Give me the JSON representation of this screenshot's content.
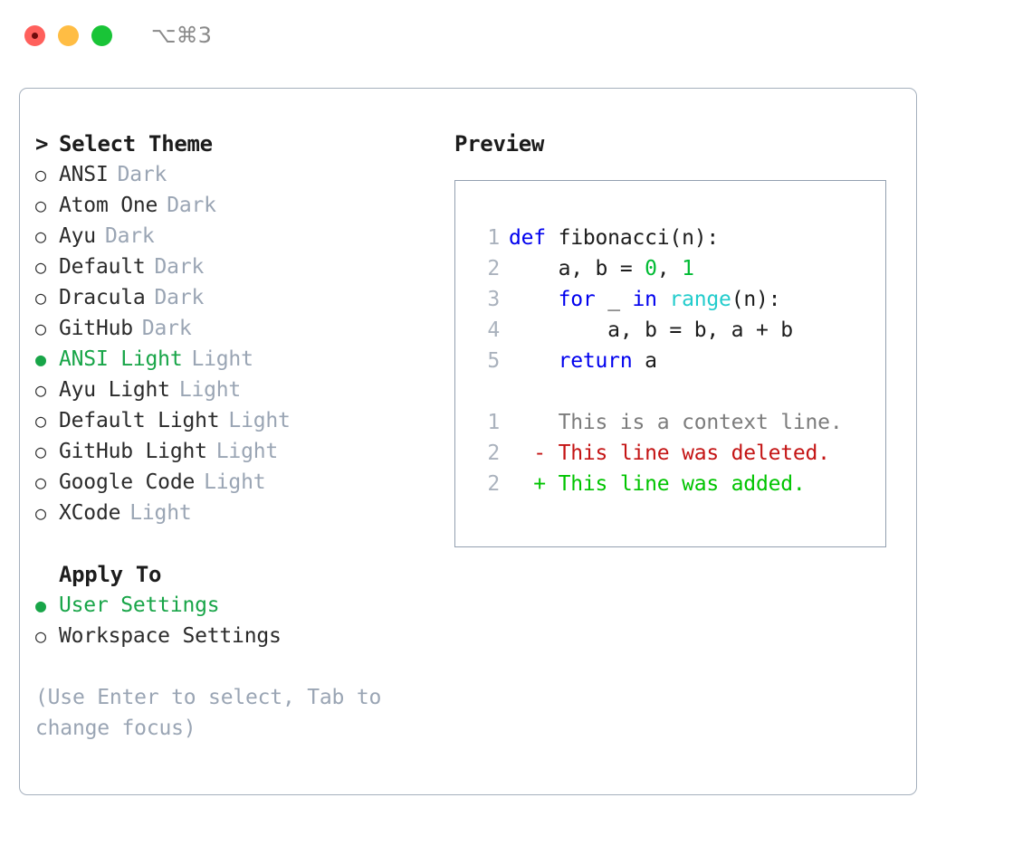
{
  "window": {
    "shortcut": "⌥⌘3",
    "traffic_lights": [
      {
        "name": "close",
        "color": "#ff605c"
      },
      {
        "name": "minimize",
        "color": "#ffbd44"
      },
      {
        "name": "zoom",
        "color": "#19c437"
      }
    ]
  },
  "colors": {
    "accent_green": "#18a548",
    "muted": "#9aa5b4",
    "text": "#2b2b2b",
    "panel_border": "#a5b0bd",
    "preview_border": "#93a0b0",
    "keyword": "#0000ee",
    "function": "#22cccc",
    "number": "#00bb33",
    "diff_delete": "#c41414",
    "diff_add": "#00c400",
    "diff_context": "#7c7c7c",
    "lineno": "#aab2bd"
  },
  "theme_list": {
    "caret": ">",
    "heading": "Select Theme",
    "bullet_selected": "●",
    "bullet_unselected": "○",
    "items": [
      {
        "name": "ANSI",
        "kind": "Dark",
        "selected": false
      },
      {
        "name": "Atom One",
        "kind": "Dark",
        "selected": false
      },
      {
        "name": "Ayu",
        "kind": "Dark",
        "selected": false
      },
      {
        "name": "Default",
        "kind": "Dark",
        "selected": false
      },
      {
        "name": "Dracula",
        "kind": "Dark",
        "selected": false
      },
      {
        "name": "GitHub",
        "kind": "Dark",
        "selected": false
      },
      {
        "name": "ANSI Light",
        "kind": "Light",
        "selected": true
      },
      {
        "name": "Ayu Light",
        "kind": "Light",
        "selected": false
      },
      {
        "name": "Default Light",
        "kind": "Light",
        "selected": false
      },
      {
        "name": "GitHub Light",
        "kind": "Light",
        "selected": false
      },
      {
        "name": "Google Code",
        "kind": "Light",
        "selected": false
      },
      {
        "name": "XCode",
        "kind": "Light",
        "selected": false
      }
    ]
  },
  "apply_to": {
    "heading": "Apply To",
    "items": [
      {
        "name": "User Settings",
        "selected": true
      },
      {
        "name": "Workspace Settings",
        "selected": false
      }
    ]
  },
  "hint": "(Use Enter to select, Tab to change focus)",
  "preview": {
    "heading": "Preview",
    "code_lines": [
      {
        "no": "1",
        "tokens": [
          {
            "t": "def ",
            "c": "kw"
          },
          {
            "t": "fibonacci(n):",
            "c": "txt"
          }
        ]
      },
      {
        "no": "2",
        "tokens": [
          {
            "t": "    a, b = ",
            "c": "txt"
          },
          {
            "t": "0",
            "c": "num"
          },
          {
            "t": ", ",
            "c": "txt"
          },
          {
            "t": "1",
            "c": "num"
          }
        ]
      },
      {
        "no": "3",
        "tokens": [
          {
            "t": "    ",
            "c": "txt"
          },
          {
            "t": "for",
            "c": "kw"
          },
          {
            "t": " _ ",
            "c": "txt"
          },
          {
            "t": "in",
            "c": "kw"
          },
          {
            "t": " ",
            "c": "txt"
          },
          {
            "t": "range",
            "c": "fn"
          },
          {
            "t": "(n):",
            "c": "txt"
          }
        ]
      },
      {
        "no": "4",
        "tokens": [
          {
            "t": "        a, b = b, a + b",
            "c": "txt"
          }
        ]
      },
      {
        "no": "5",
        "tokens": [
          {
            "t": "    ",
            "c": "txt"
          },
          {
            "t": "return",
            "c": "kw"
          },
          {
            "t": " a",
            "c": "txt"
          }
        ]
      }
    ],
    "diff_lines": [
      {
        "no": "1",
        "marker": " ",
        "text": "This is a context line.",
        "kind": "ctx"
      },
      {
        "no": "2",
        "marker": "-",
        "text": "This line was deleted.",
        "kind": "del"
      },
      {
        "no": "2",
        "marker": "+",
        "text": "This line was added.",
        "kind": "add"
      }
    ]
  }
}
